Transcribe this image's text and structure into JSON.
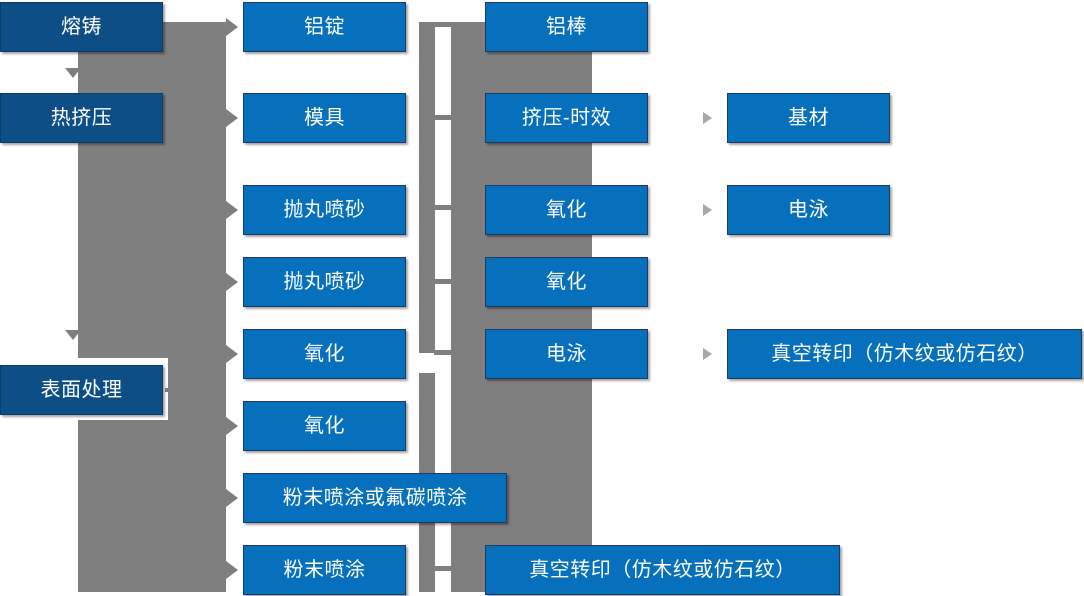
{
  "diagram": {
    "type": "process-flowchart",
    "title": "",
    "colors": {
      "stage_box": "#0D4E87",
      "step_box": "#0670BC",
      "connector": "#7F7F7F",
      "arrow_small": "#A6A6A6",
      "text": "#FFFFFF",
      "background": "#FFFFFF"
    },
    "columns": [
      {
        "name": "stages",
        "boxes": [
          {
            "id": "stage-1",
            "label": "熔铸"
          },
          {
            "id": "stage-2",
            "label": "热挤压"
          },
          {
            "id": "stage-3",
            "label": "表面处理"
          }
        ]
      },
      {
        "name": "materials-and-treatments",
        "boxes": [
          {
            "id": "col2-1",
            "label": "铝锭"
          },
          {
            "id": "col2-2",
            "label": "模具"
          },
          {
            "id": "col2-3",
            "label": "抛丸喷砂"
          },
          {
            "id": "col2-4",
            "label": "抛丸喷砂"
          },
          {
            "id": "col2-5",
            "label": "氧化"
          },
          {
            "id": "col2-6",
            "label": "氧化"
          },
          {
            "id": "col2-7",
            "label": "粉末喷涂或氟碳喷涂"
          },
          {
            "id": "col2-8",
            "label": "粉末喷涂"
          }
        ]
      },
      {
        "name": "processes",
        "boxes": [
          {
            "id": "col3-1",
            "label": "铝棒"
          },
          {
            "id": "col3-2",
            "label": "挤压-时效"
          },
          {
            "id": "col3-3",
            "label": "氧化"
          },
          {
            "id": "col3-4",
            "label": "氧化"
          },
          {
            "id": "col3-5",
            "label": "电泳"
          },
          {
            "id": "col3-6",
            "label": "真空转印（仿木纹或仿石纹）"
          }
        ]
      },
      {
        "name": "outputs",
        "boxes": [
          {
            "id": "col4-1",
            "label": "基材"
          },
          {
            "id": "col4-2",
            "label": "电泳"
          },
          {
            "id": "col4-3",
            "label": "真空转印（仿木纹或仿石纹）"
          }
        ]
      }
    ]
  }
}
